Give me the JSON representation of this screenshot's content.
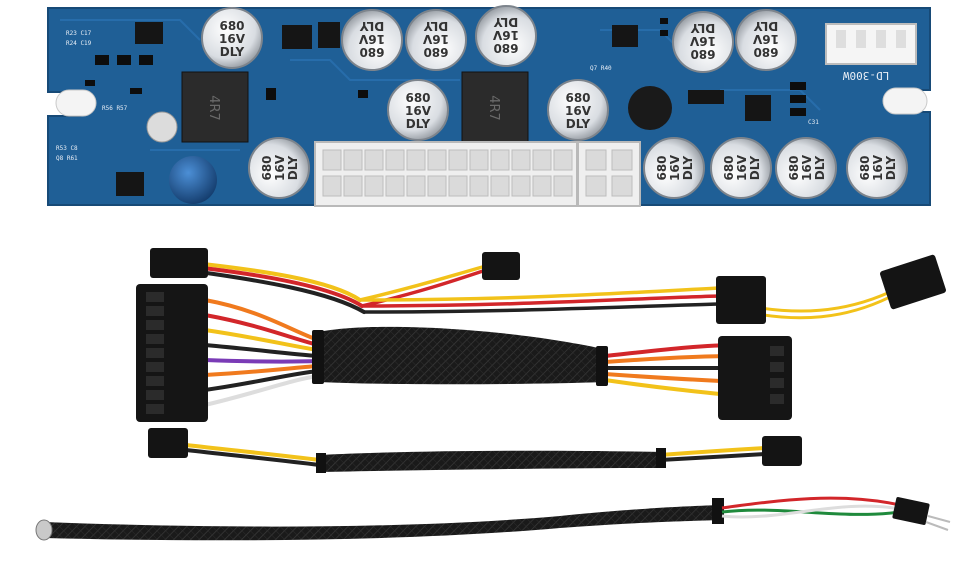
{
  "board": {
    "model_label": "LD-300W",
    "capacitor": {
      "line1": "680",
      "line2": "16V",
      "line3": "DLY"
    },
    "inductor_label": "4R7"
  },
  "colors": {
    "pcb": "#1f5f96",
    "pcb_dark": "#174a77",
    "sleeve": "#1b1b1b",
    "connector": "#111111",
    "wire_yellow": "#f2c21a",
    "wire_red": "#d2262a",
    "wire_orange": "#f07a1e",
    "wire_black": "#222222",
    "wire_green": "#1f8a3c",
    "wire_white": "#dddddd"
  }
}
